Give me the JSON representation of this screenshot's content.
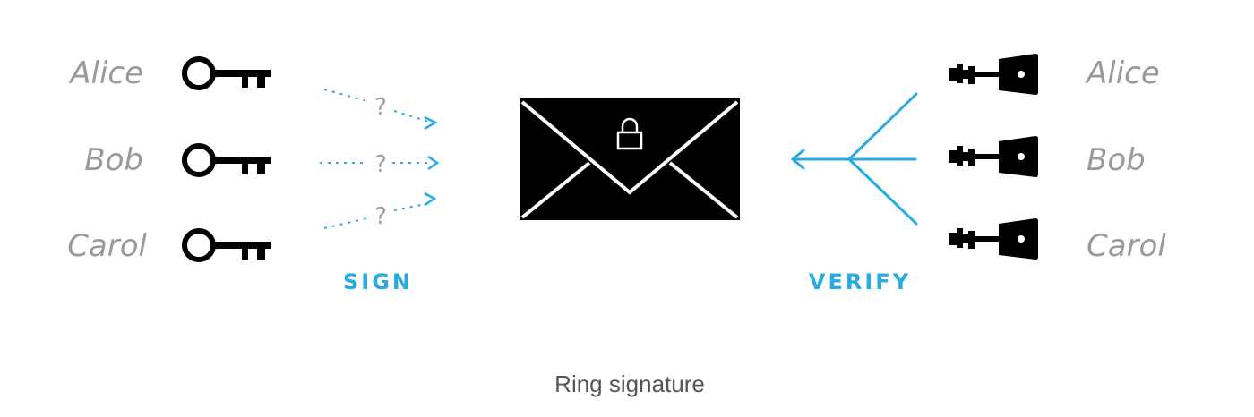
{
  "signers": [
    "Alice",
    "Bob",
    "Carol"
  ],
  "verifiers": [
    "Alice",
    "Bob",
    "Carol"
  ],
  "unknown_mark": "?",
  "sign_label": "SIGN",
  "verify_label": "VERIFY",
  "caption": "Ring signature",
  "colors": {
    "accent": "#29abe2",
    "names": "#9a9a9a",
    "ink": "#000000"
  }
}
